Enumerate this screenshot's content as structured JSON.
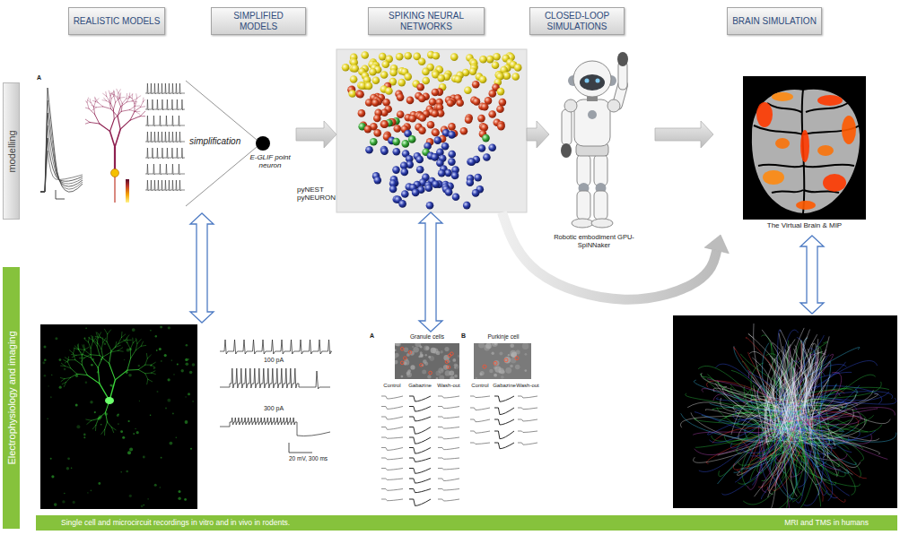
{
  "diagram": {
    "nodes": [
      {
        "text": [
          "REALISTIC MODELS"
        ]
      },
      {
        "text": [
          "SIMPLIFIED MODELS"
        ]
      },
      {
        "text": [
          "SPIKING NEURAL NETWORKS"
        ]
      },
      {
        "text": [
          "CLOSED-LOOP SIMULATIONS"
        ]
      },
      {
        "text": [
          "BRAIN SIMULATION"
        ]
      },
      {
        "text": [
          "modelling"
        ]
      },
      {
        "text": [
          "A",
          "simplification",
          "E-GLIF point neuron"
        ]
      },
      {
        "text": [
          "pyNEST pyNEURON"
        ]
      },
      {
        "text": [
          "Robotic embodiment GPU-SpiNNaker"
        ]
      },
      {
        "text": [
          "The Virtual Brain & MIP"
        ]
      },
      {
        "text": [
          "Electrophysiology and imaging"
        ]
      },
      {
        "text": [
          "100 pA",
          "300 pA",
          "20 mV, 300 ms"
        ]
      },
      {
        "text": [
          "A",
          "Granule cells",
          "B",
          "Purkinje cell",
          "Control",
          "Gabazine",
          "Wash-out",
          "Control",
          "Gabazine",
          "Wash-out"
        ]
      },
      {
        "text": [
          "Single cell and microcircuit recordings in vitro and in vivo in rodents.",
          "MRI and TMS in humans"
        ]
      }
    ],
    "edges": [
      {
        "from": 6,
        "to": 7,
        "arrow": "to"
      },
      {
        "from": 7,
        "to": 8,
        "arrow": "to"
      },
      {
        "from": 8,
        "to": 9,
        "arrow": "to"
      },
      {
        "from": 7,
        "to": 9,
        "arrow": "to"
      },
      {
        "from": 6,
        "to": 11,
        "arrow": "both"
      },
      {
        "from": 7,
        "to": 12,
        "arrow": "both"
      }
    ]
  }
}
